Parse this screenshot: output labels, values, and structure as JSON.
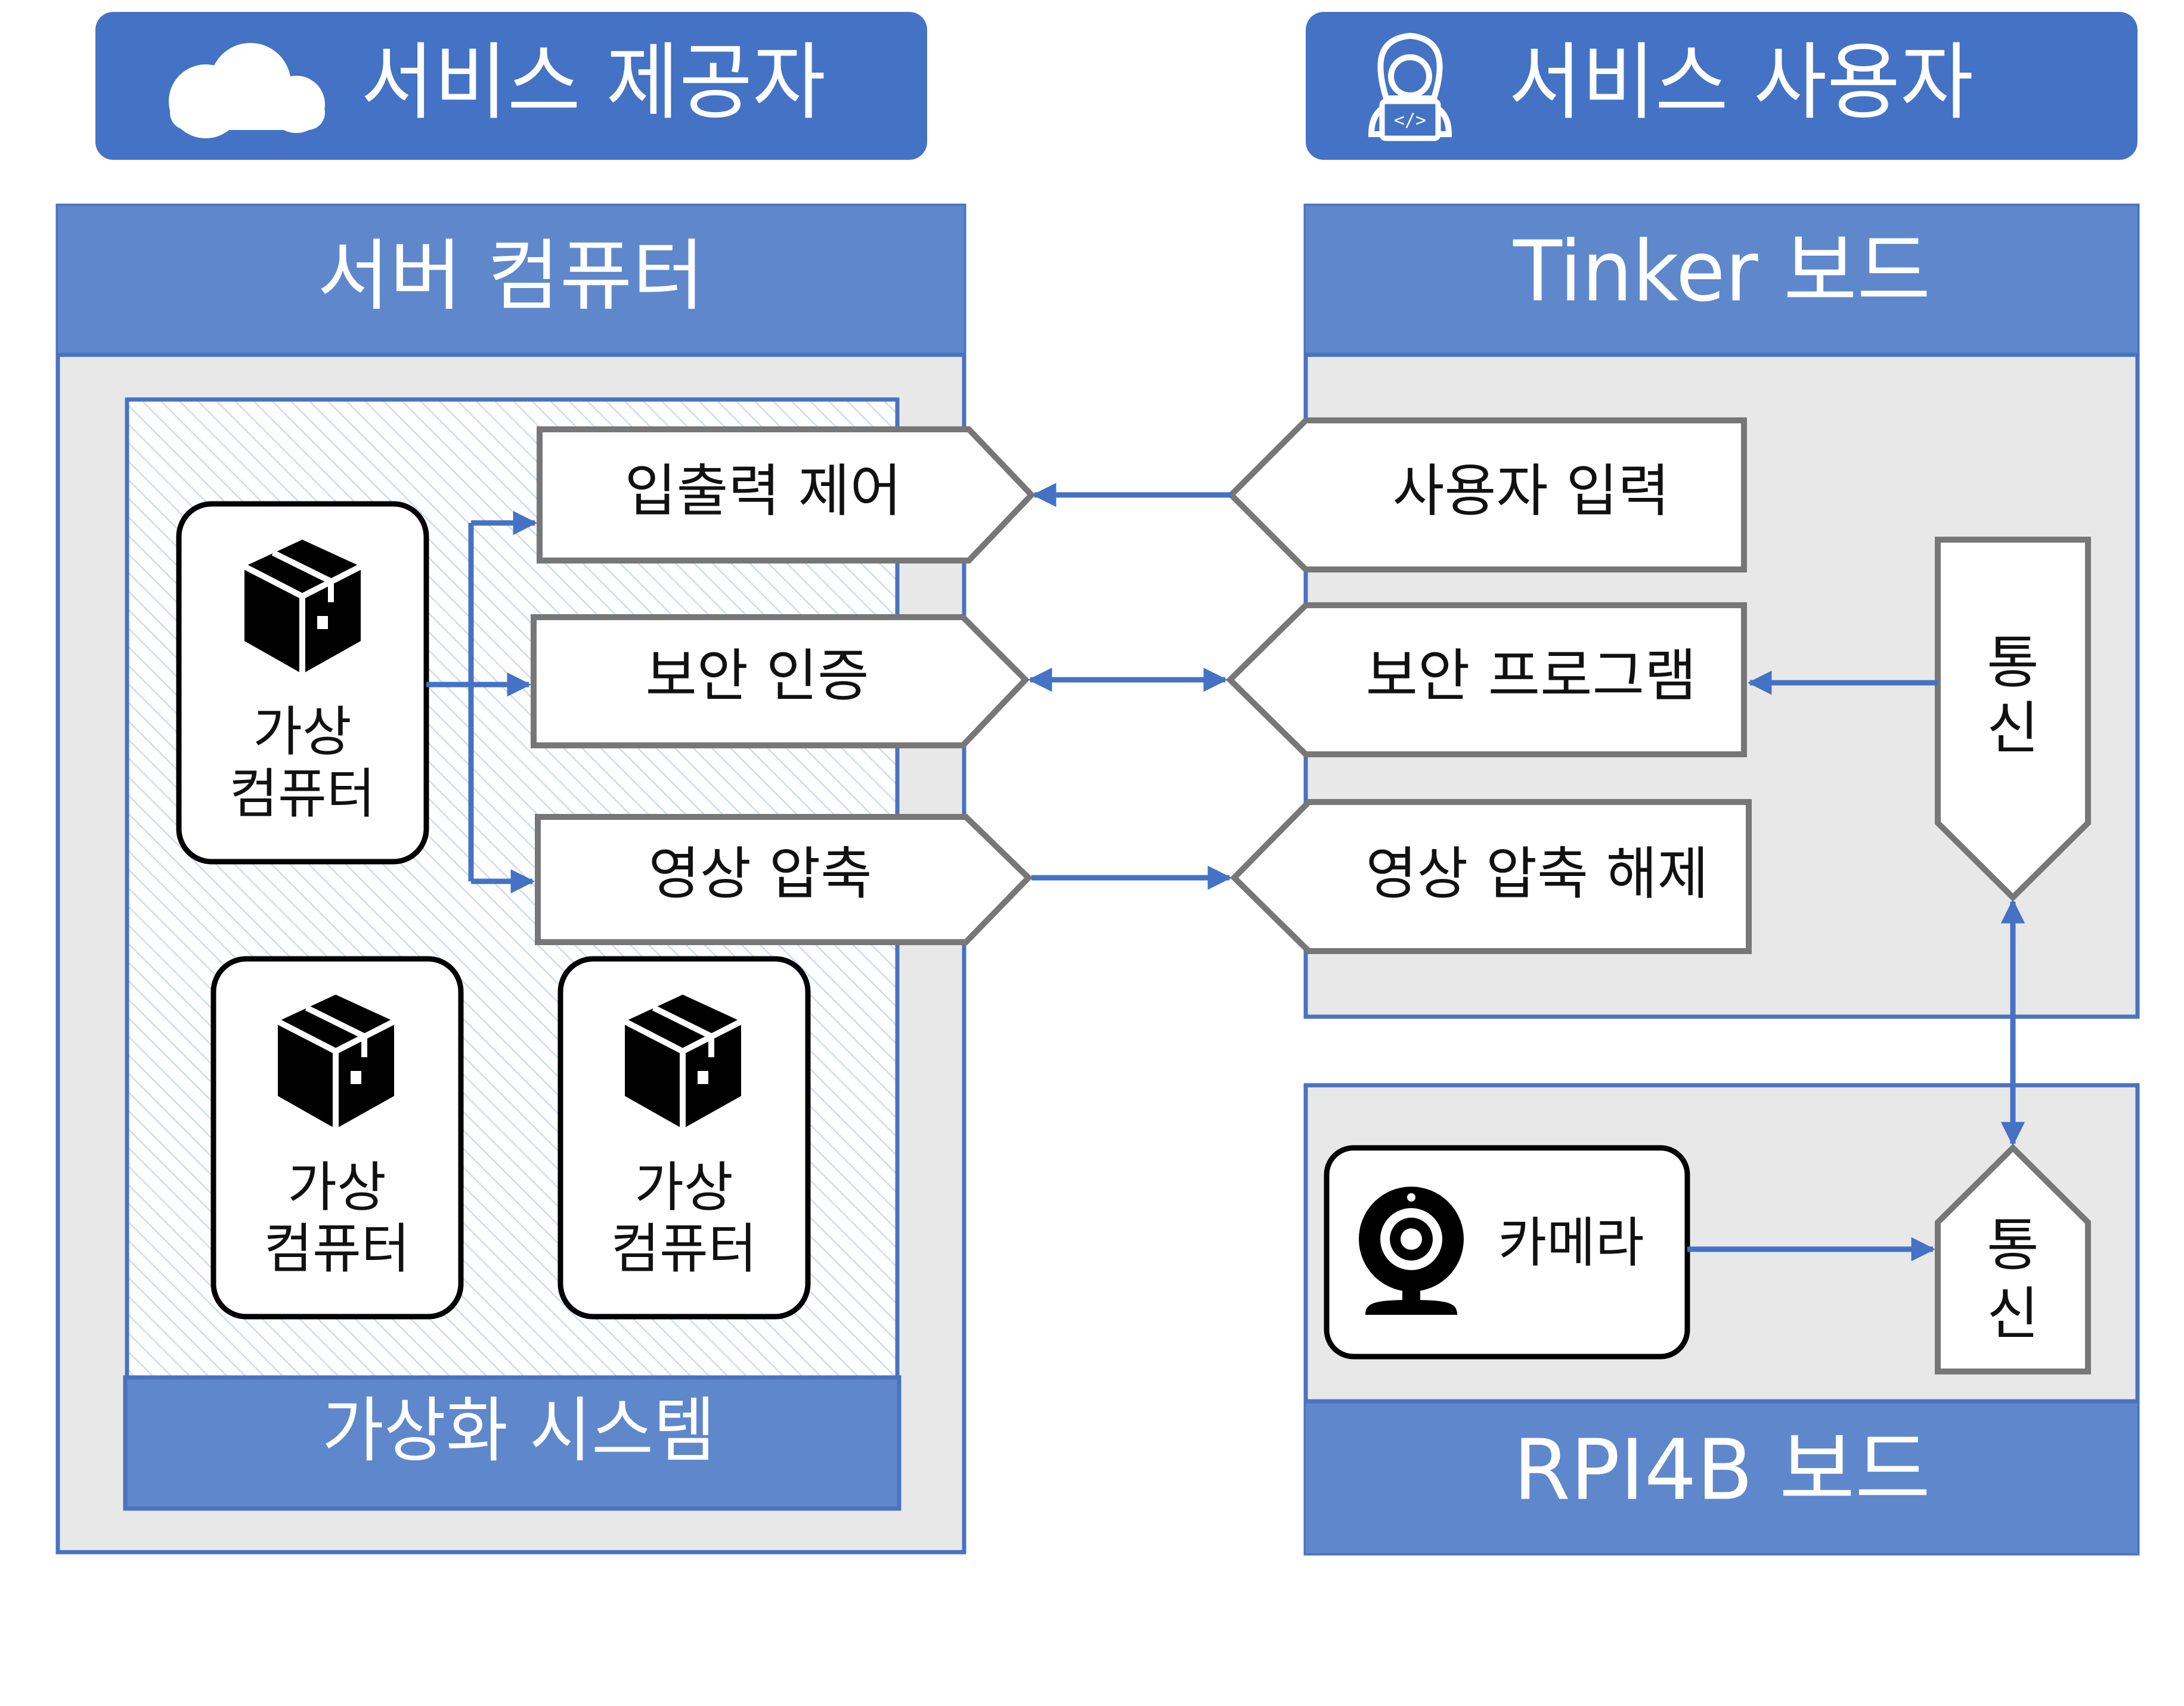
{
  "headers": {
    "provider": "서비스 제공자",
    "user": "서비스 사용자"
  },
  "icons": {
    "cloud": "cloud-icon",
    "developer": "developer-icon",
    "box": "box-icon",
    "webcam": "webcam-icon"
  },
  "server": {
    "title": "서버 컴퓨터",
    "virtualization_label": "가상화 시스템",
    "vm_label_line1": "가상",
    "vm_label_line2": "컴퓨터",
    "modules": [
      "입출력 제어",
      "보안 인증",
      "영상 압축"
    ]
  },
  "tinker": {
    "title": "Tinker 보드",
    "modules": [
      "사용자 입력",
      "보안 프로그램",
      "영상 압축 해제"
    ],
    "comm_line1": "통",
    "comm_line2": "신"
  },
  "rpi": {
    "title": "RPI4B 보드",
    "camera_label": "카메라",
    "comm_line1": "통",
    "comm_line2": "신"
  },
  "colors": {
    "header_blue": "#4472c4",
    "band_blue": "#5f87cc",
    "border_blue": "#4a72be",
    "panel_gray": "#e8e8e8",
    "shape_gray": "#777777",
    "arrow_blue": "#4472c4"
  }
}
